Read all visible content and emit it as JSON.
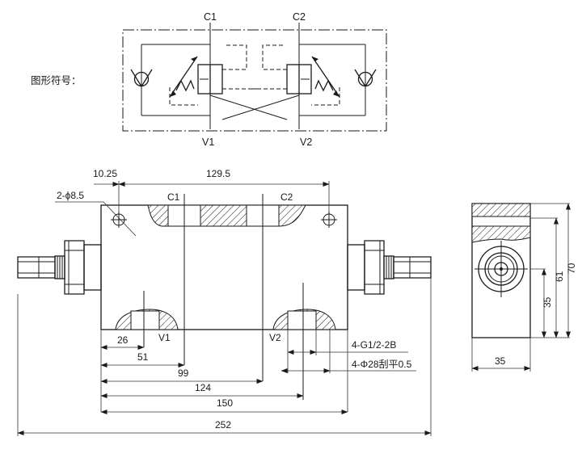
{
  "symbol": {
    "label": "图形符号：",
    "ports": {
      "c1": "C1",
      "c2": "C2",
      "v1": "V1",
      "v2": "V2"
    }
  },
  "front": {
    "ports": {
      "c1": "C1",
      "c2": "C2",
      "v1": "V1",
      "v2": "V2"
    },
    "dims": {
      "d10_25": "10.25",
      "d129_5": "129.5",
      "holes": "2-ϕ8.5",
      "d26": "26",
      "d51": "51",
      "d99": "99",
      "d124": "124",
      "d150": "150",
      "d252": "252",
      "thread": "4-G1/2-2B",
      "spotface": "4-Φ28刮平0.5"
    }
  },
  "side": {
    "dims": {
      "d70": "70",
      "d61": "61",
      "d35v": "35",
      "d35h": "35"
    }
  }
}
